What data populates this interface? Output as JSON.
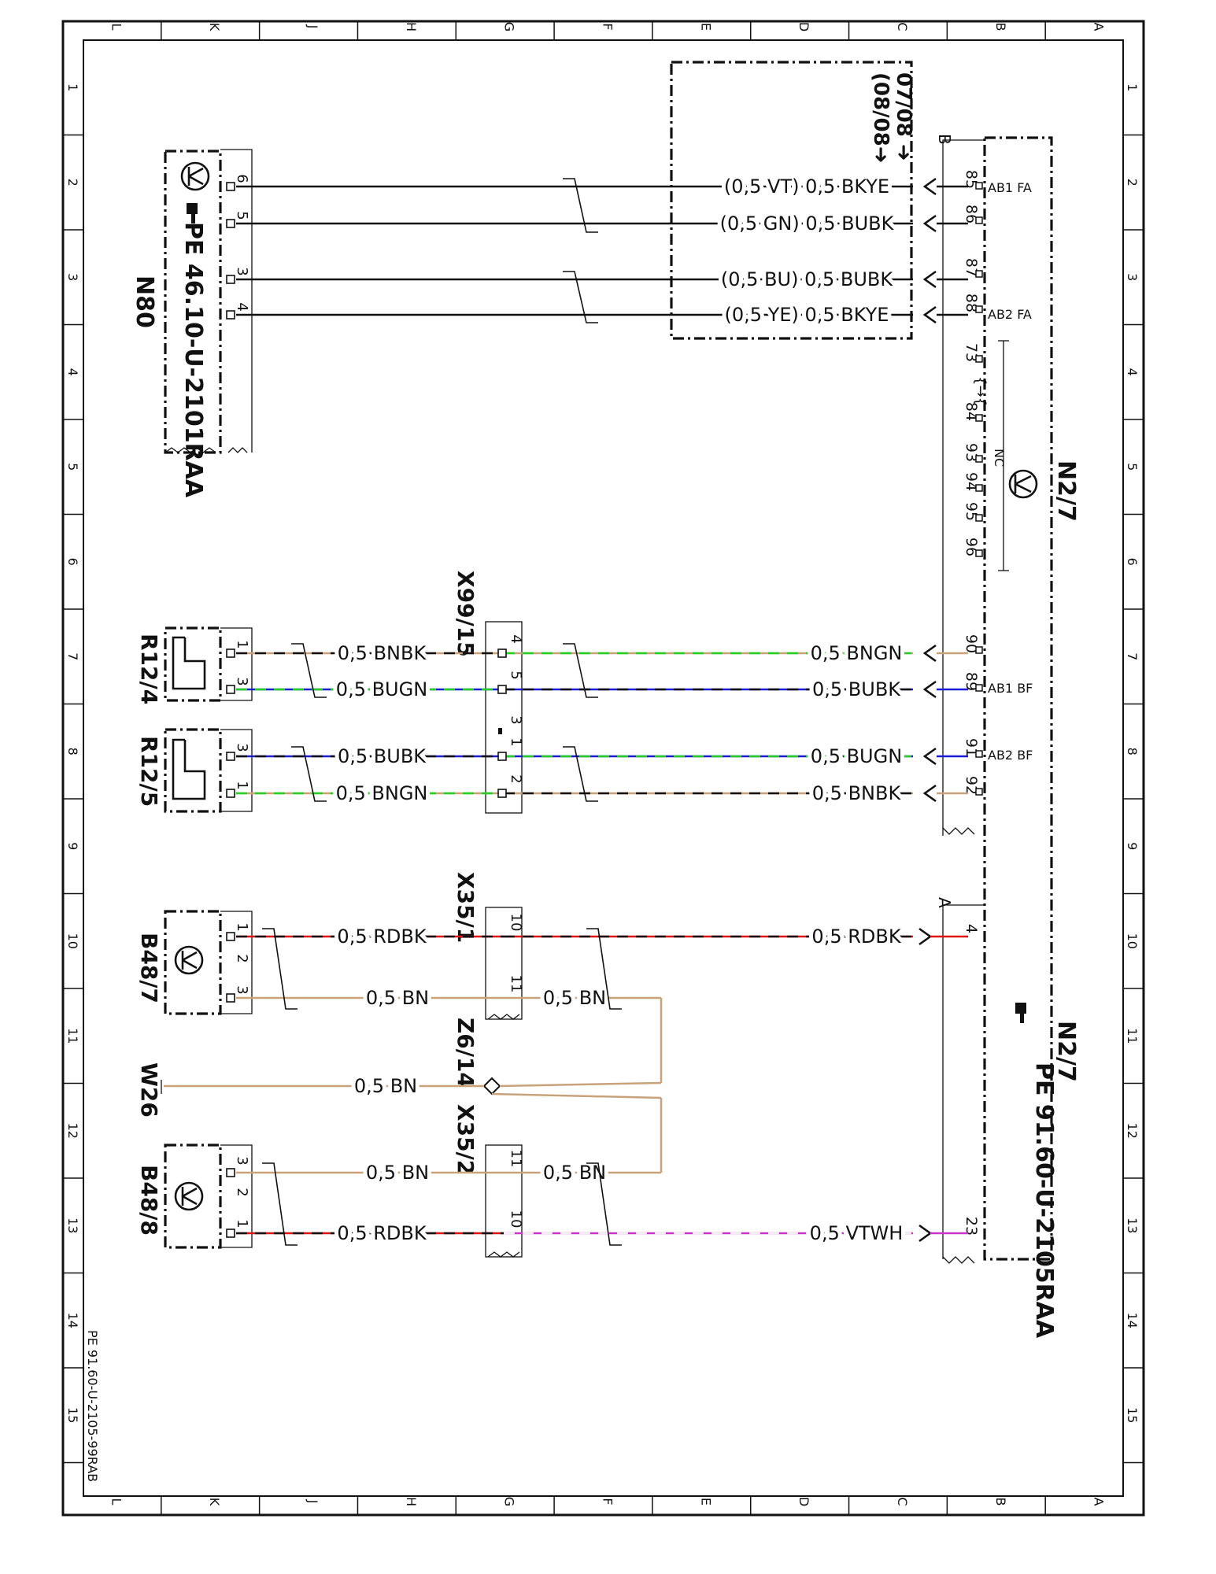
{
  "grid": {
    "top_letters": [
      "L",
      "K",
      "J",
      "H",
      "G",
      "F",
      "E",
      "D",
      "C",
      "B",
      "A"
    ],
    "bottom_letters": [
      "L",
      "K",
      "J",
      "H",
      "G",
      "F",
      "E",
      "D",
      "C",
      "B",
      "A"
    ],
    "row_numbers": [
      "1",
      "2",
      "3",
      "4",
      "5",
      "6",
      "7",
      "8",
      "9",
      "10",
      "11",
      "12",
      "13",
      "14",
      "15"
    ]
  },
  "reference_note": "PE 91.60-U-2105-99RAB",
  "connector_marks": {
    "block_a": "A",
    "block_b": "B"
  },
  "colors": {
    "black": "#111111",
    "brown": "#c9a27a",
    "green": "#22d022",
    "blue": "#1a1ad8",
    "red": "#e01010",
    "violet": "#cc33cc",
    "white_tint": "#f4eef4"
  },
  "components": {
    "N80": {
      "name": "N80",
      "ref": "PE 46.10-U-2101RAA",
      "icon": "pointing-hand-icon",
      "pins": [
        "6",
        "5",
        "3",
        "4"
      ]
    },
    "R12_4": {
      "name": "R12/4",
      "pins": [
        "1",
        "3"
      ]
    },
    "R12_5": {
      "name": "R12/5",
      "pins": [
        "3",
        "1"
      ]
    },
    "B48_7": {
      "name": "B48/7",
      "pins": [
        "1",
        "2",
        "3"
      ]
    },
    "B48_8": {
      "name": "B48/8",
      "pins": [
        "3",
        "2",
        "1"
      ]
    },
    "W26": {
      "name": "W26"
    },
    "Z6_14": {
      "name": "Z6/14"
    },
    "X99_15": {
      "name": "X99/15",
      "pins": [
        "4",
        "5",
        "3",
        "1",
        "2"
      ]
    },
    "X35_1": {
      "name": "X35/1",
      "pins": [
        "10",
        "11"
      ]
    },
    "X35_2": {
      "name": "X35/2",
      "pins": [
        "11",
        "10"
      ]
    },
    "N2_7": {
      "name_top": "N2/7",
      "name_bottom": "N2/7",
      "ref": "PE 91.60-U-2105RAA",
      "nc": "NC",
      "b_pins": [
        "85",
        "86",
        "87",
        "88",
        "73",
        "84",
        "93",
        "94",
        "95",
        "96",
        "90",
        "89",
        "91",
        "92"
      ],
      "a_pins": [
        "4",
        "23"
      ],
      "labels": {
        "ab1fa": "AB1 FA",
        "ab2fa": "AB2 FA",
        "ab1bf": "AB1 BF",
        "ab2bf": "AB2 BF"
      }
    },
    "variant_box": {
      "line1": "07/08 ➜",
      "line2": "(08/08➜"
    }
  },
  "wires": {
    "w1": "(0,5 VT) 0,5 BKYE",
    "w2": "(0,5 GN) 0,5 BUBK",
    "w3": "(0,5 BU) 0,5 BUBK",
    "w4": "(0,5 YE) 0,5 BKYE",
    "r124_1": "0,5 BNBK",
    "r124_3": "0,5 BUGN",
    "n27_90": "0,5 BNGN",
    "n27_89": "0,5 BUBK",
    "r125_3": "0,5 BUBK",
    "r125_1": "0,5 BNGN",
    "n27_91": "0,5 BUGN",
    "n27_92": "0,5 BNBK",
    "b487_1": "0,5 RDBK",
    "n27_4": "0,5 RDBK",
    "b487_3": "0,5 BN",
    "x351_11": "0,5 BN",
    "w26": "0,5 BN",
    "b488_3": "0,5 BN",
    "x352_11": "0,5 BN",
    "b488_1": "0,5 RDBK",
    "n27_23": "0,5 VTWH"
  }
}
